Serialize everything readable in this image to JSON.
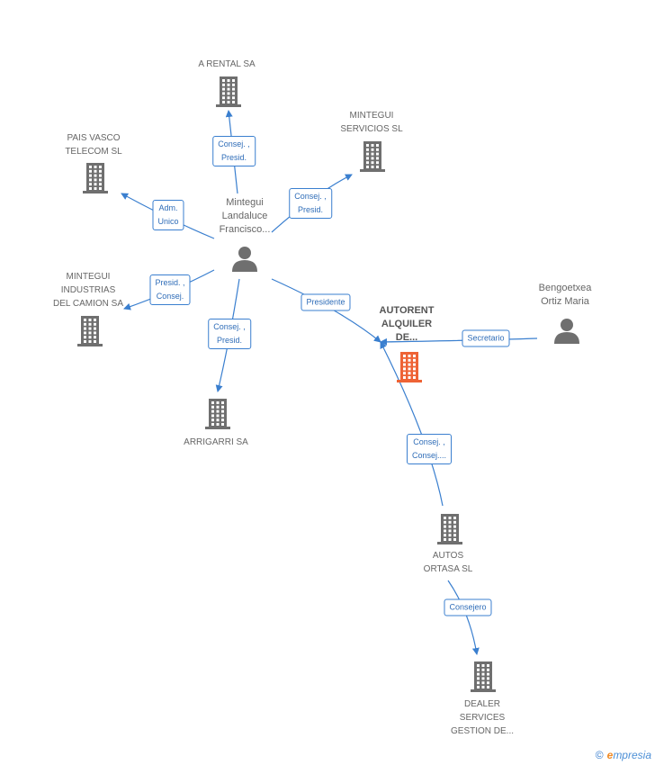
{
  "colors": {
    "edge": "#3a7fcf",
    "company": "#6f6f6f",
    "focus": "#ee6335",
    "person": "#6f6f6f"
  },
  "nodes": [
    {
      "id": "arental",
      "kind": "company",
      "icon": "building-icon",
      "lines": [
        "A RENTAL SA"
      ]
    },
    {
      "id": "mintegui-serv",
      "kind": "company",
      "icon": "building-icon",
      "lines": [
        "MINTEGUI",
        "SERVICIOS SL"
      ]
    },
    {
      "id": "pais-vasco",
      "kind": "company",
      "icon": "building-icon",
      "lines": [
        "PAIS VASCO",
        "TELECOM SL"
      ]
    },
    {
      "id": "mintegui-ind",
      "kind": "company",
      "icon": "building-icon",
      "lines": [
        "MINTEGUI",
        "INDUSTRIAS",
        "DEL CAMION SA"
      ]
    },
    {
      "id": "arrigarri",
      "kind": "company",
      "icon": "building-icon",
      "lines": [
        "ARRIGARRI SA"
      ]
    },
    {
      "id": "autorent",
      "kind": "focus",
      "icon": "building-icon",
      "lines": [
        "AUTORENT",
        "ALQUILER",
        "DE..."
      ]
    },
    {
      "id": "autos-ortasa",
      "kind": "company",
      "icon": "building-icon",
      "lines": [
        "AUTOS",
        "ORTASA SL"
      ]
    },
    {
      "id": "dealer",
      "kind": "company",
      "icon": "building-icon",
      "lines": [
        "DEALER",
        "SERVICES",
        "GESTION DE..."
      ]
    },
    {
      "id": "mintegui-person",
      "kind": "person",
      "icon": "person-icon",
      "lines": [
        "Mintegui",
        "Landaluce",
        "Francisco..."
      ]
    },
    {
      "id": "bengoetxea",
      "kind": "person",
      "icon": "person-icon",
      "lines": [
        "Bengoetxea",
        "Ortiz Maria"
      ]
    }
  ],
  "edges": [
    {
      "from": "mintegui-person",
      "to": "arental",
      "lines": [
        "Consej. ,",
        "Presid."
      ]
    },
    {
      "from": "mintegui-person",
      "to": "mintegui-serv",
      "lines": [
        "Consej. ,",
        "Presid."
      ]
    },
    {
      "from": "mintegui-person",
      "to": "pais-vasco",
      "lines": [
        "Adm.",
        "Unico"
      ]
    },
    {
      "from": "mintegui-person",
      "to": "mintegui-ind",
      "lines": [
        "Presid. ,",
        "Consej."
      ]
    },
    {
      "from": "mintegui-person",
      "to": "arrigarri",
      "lines": [
        "Consej. ,",
        "Presid."
      ]
    },
    {
      "from": "mintegui-person",
      "to": "autorent",
      "lines": [
        "Presidente"
      ]
    },
    {
      "from": "bengoetxea",
      "to": "autorent",
      "lines": [
        "Secretario"
      ]
    },
    {
      "from": "autos-ortasa",
      "to": "autorent",
      "lines": [
        "Consej. ,",
        "Consej...."
      ]
    },
    {
      "from": "autos-ortasa",
      "to": "dealer",
      "lines": [
        "Consejero"
      ]
    }
  ],
  "watermark": {
    "copyright": "©",
    "brand_initial": "e",
    "brand_rest": "mpresia"
  }
}
